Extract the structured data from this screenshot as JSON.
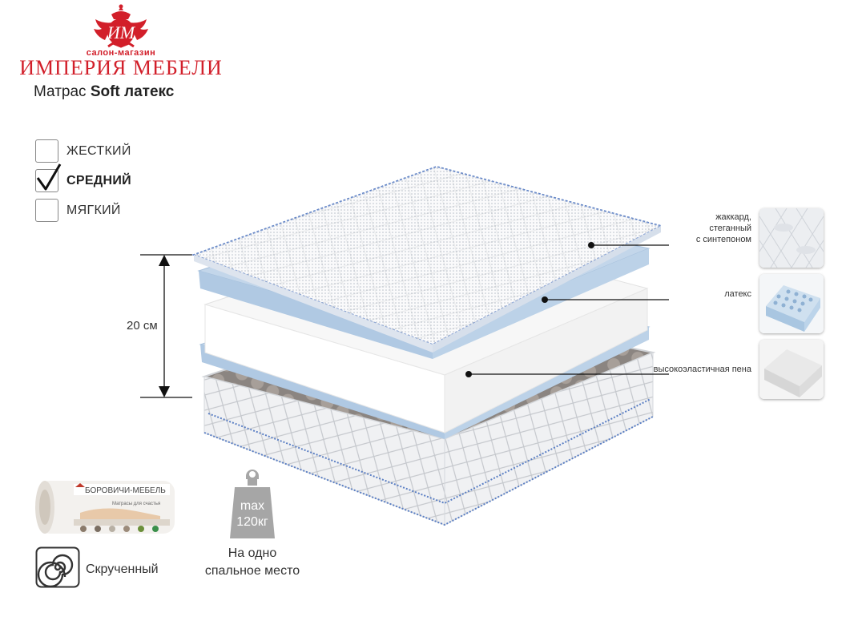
{
  "logo": {
    "subtitle": "салон-магазин",
    "name": "ИМПЕРИЯ МЕБЕЛИ",
    "color": "#d21f2a"
  },
  "product": {
    "prefix": "Матрас",
    "name": "Soft латекс"
  },
  "firmness": [
    {
      "label": "ЖЕСТКИЙ",
      "checked": false
    },
    {
      "label": "СРЕДНИЙ",
      "checked": true
    },
    {
      "label": "МЯГКИЙ",
      "checked": false
    }
  ],
  "height": "20 см",
  "layers": [
    {
      "label_lines": [
        "жаккард,",
        "стеганный",
        "с синтепоном"
      ]
    },
    {
      "label_lines": [
        "латекс"
      ]
    },
    {
      "label_lines": [
        "высокоэластичная пена"
      ]
    }
  ],
  "packaging": {
    "roll_brand": "БОРОВИЧИ-МЕБЕЛЬ",
    "roll_slogan": "Матрасы для счастья",
    "label": "Скрученный"
  },
  "load": {
    "line1": "max",
    "line2": "120кг",
    "label_line1": "На одно",
    "label_line2": "спальное место"
  }
}
